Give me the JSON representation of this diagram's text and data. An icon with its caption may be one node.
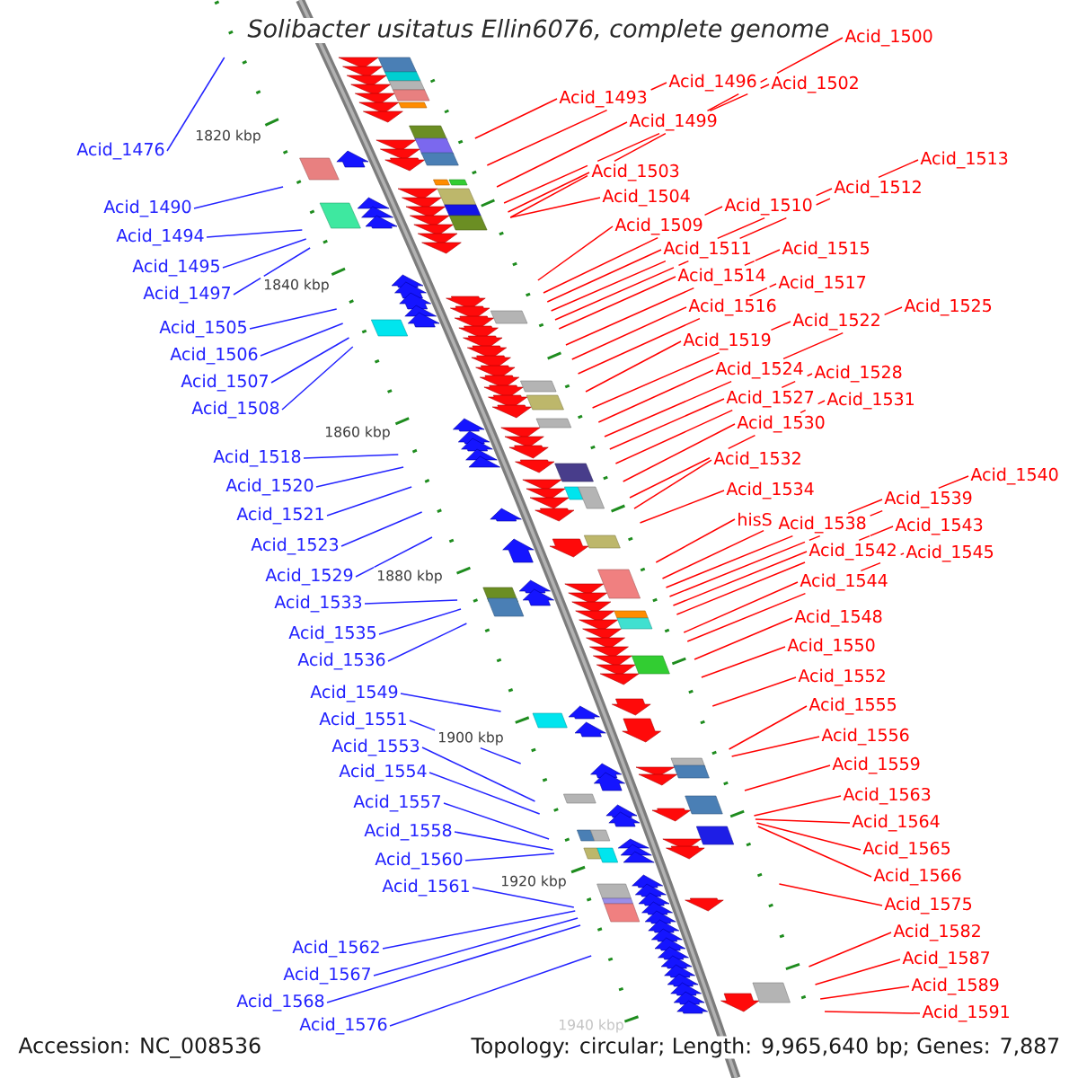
{
  "diagram": {
    "title": "Solibacter usitatus Ellin6076, complete genome",
    "nodes": [
      {
        "text": [
          "Acid_1476"
        ]
      },
      {
        "text": [
          "Acid_1490"
        ]
      },
      {
        "text": [
          "Acid_1494"
        ]
      },
      {
        "text": [
          "Acid_1495"
        ]
      },
      {
        "text": [
          "Acid_1497"
        ]
      },
      {
        "text": [
          "Acid_1505"
        ]
      },
      {
        "text": [
          "Acid_1506"
        ]
      },
      {
        "text": [
          "Acid_1507"
        ]
      },
      {
        "text": [
          "Acid_1508"
        ]
      },
      {
        "text": [
          "Acid_1518"
        ]
      },
      {
        "text": [
          "Acid_1520"
        ]
      },
      {
        "text": [
          "Acid_1521"
        ]
      },
      {
        "text": [
          "Acid_1523"
        ]
      },
      {
        "text": [
          "Acid_1529"
        ]
      },
      {
        "text": [
          "Acid_1533"
        ]
      },
      {
        "text": [
          "Acid_1535"
        ]
      },
      {
        "text": [
          "Acid_1536"
        ]
      },
      {
        "text": [
          "Acid_1549"
        ]
      },
      {
        "text": [
          "Acid_1551"
        ]
      },
      {
        "text": [
          "Acid_1553"
        ]
      },
      {
        "text": [
          "Acid_1554"
        ]
      },
      {
        "text": [
          "Acid_1557"
        ]
      },
      {
        "text": [
          "Acid_1558"
        ]
      },
      {
        "text": [
          "Acid_1560"
        ]
      },
      {
        "text": [
          "Acid_1561"
        ]
      },
      {
        "text": [
          "Acid_1562"
        ]
      },
      {
        "text": [
          "Acid_1567"
        ]
      },
      {
        "text": [
          "Acid_1568"
        ]
      },
      {
        "text": [
          "Acid_1576"
        ]
      },
      {
        "text": [
          "Acid_1500"
        ]
      },
      {
        "text": [
          "Acid_1496"
        ]
      },
      {
        "text": [
          "Acid_1502"
        ]
      },
      {
        "text": [
          "Acid_1493"
        ]
      },
      {
        "text": [
          "Acid_1499"
        ]
      },
      {
        "text": [
          "Acid_1513"
        ]
      },
      {
        "text": [
          "Acid_1503"
        ]
      },
      {
        "text": [
          "Acid_1512"
        ]
      },
      {
        "text": [
          "Acid_1504"
        ]
      },
      {
        "text": [
          "Acid_1510"
        ]
      },
      {
        "text": [
          "Acid_1509"
        ]
      },
      {
        "text": [
          "Acid_1511"
        ]
      },
      {
        "text": [
          "Acid_1515"
        ]
      },
      {
        "text": [
          "Acid_1514"
        ]
      },
      {
        "text": [
          "Acid_1517"
        ]
      },
      {
        "text": [
          "Acid_1516"
        ]
      },
      {
        "text": [
          "Acid_1525"
        ]
      },
      {
        "text": [
          "Acid_1522"
        ]
      },
      {
        "text": [
          "Acid_1519"
        ]
      },
      {
        "text": [
          "Acid_1524"
        ]
      },
      {
        "text": [
          "Acid_1528"
        ]
      },
      {
        "text": [
          "Acid_1527"
        ]
      },
      {
        "text": [
          "Acid_1531"
        ]
      },
      {
        "text": [
          "Acid_1530"
        ]
      },
      {
        "text": [
          "Acid_1532"
        ]
      },
      {
        "text": [
          "Acid_1540"
        ]
      },
      {
        "text": [
          "Acid_1534"
        ]
      },
      {
        "text": [
          "Acid_1539"
        ]
      },
      {
        "text": [
          "hisS"
        ]
      },
      {
        "text": [
          "Acid_1538"
        ]
      },
      {
        "text": [
          "Acid_1543"
        ]
      },
      {
        "text": [
          "Acid_1542"
        ]
      },
      {
        "text": [
          "Acid_1545"
        ]
      },
      {
        "text": [
          "Acid_1544"
        ]
      },
      {
        "text": [
          "Acid_1548"
        ]
      },
      {
        "text": [
          "Acid_1550"
        ]
      },
      {
        "text": [
          "Acid_1552"
        ]
      },
      {
        "text": [
          "Acid_1555"
        ]
      },
      {
        "text": [
          "Acid_1556"
        ]
      },
      {
        "text": [
          "Acid_1559"
        ]
      },
      {
        "text": [
          "Acid_1563"
        ]
      },
      {
        "text": [
          "Acid_1564"
        ]
      },
      {
        "text": [
          "Acid_1565"
        ]
      },
      {
        "text": [
          "Acid_1566"
        ]
      },
      {
        "text": [
          "Acid_1575"
        ]
      },
      {
        "text": [
          "Acid_1582"
        ]
      },
      {
        "text": [
          "Acid_1587"
        ]
      },
      {
        "text": [
          "Acid_1589"
        ]
      },
      {
        "text": [
          "Acid_1591"
        ]
      }
    ],
    "edges": [
      {
        "from": 0,
        "to": null,
        "arrow": "none",
        "color": "#2323ff"
      },
      {
        "from": 1,
        "to": null,
        "arrow": "none",
        "color": "#2323ff"
      },
      {
        "from": 2,
        "to": null,
        "arrow": "none",
        "color": "#2323ff"
      },
      {
        "from": 3,
        "to": null,
        "arrow": "none",
        "color": "#2323ff"
      },
      {
        "from": 4,
        "to": null,
        "arrow": "none",
        "color": "#2323ff"
      },
      {
        "from": 5,
        "to": null,
        "arrow": "none",
        "color": "#2323ff"
      },
      {
        "from": 6,
        "to": null,
        "arrow": "none",
        "color": "#2323ff"
      },
      {
        "from": 7,
        "to": null,
        "arrow": "none",
        "color": "#2323ff"
      },
      {
        "from": 8,
        "to": null,
        "arrow": "none",
        "color": "#2323ff"
      },
      {
        "from": 9,
        "to": null,
        "arrow": "none",
        "color": "#2323ff"
      },
      {
        "from": 10,
        "to": null,
        "arrow": "none",
        "color": "#2323ff"
      },
      {
        "from": 11,
        "to": null,
        "arrow": "none",
        "color": "#2323ff"
      },
      {
        "from": 12,
        "to": null,
        "arrow": "none",
        "color": "#2323ff"
      },
      {
        "from": 13,
        "to": null,
        "arrow": "none",
        "color": "#2323ff"
      },
      {
        "from": 14,
        "to": null,
        "arrow": "none",
        "color": "#2323ff"
      },
      {
        "from": 15,
        "to": null,
        "arrow": "none",
        "color": "#2323ff"
      },
      {
        "from": 16,
        "to": null,
        "arrow": "none",
        "color": "#2323ff"
      },
      {
        "from": 17,
        "to": null,
        "arrow": "none",
        "color": "#2323ff"
      },
      {
        "from": 18,
        "to": null,
        "arrow": "none",
        "color": "#2323ff"
      },
      {
        "from": 19,
        "to": null,
        "arrow": "none",
        "color": "#2323ff"
      },
      {
        "from": 20,
        "to": null,
        "arrow": "none",
        "color": "#2323ff"
      },
      {
        "from": 21,
        "to": null,
        "arrow": "none",
        "color": "#2323ff"
      },
      {
        "from": 22,
        "to": null,
        "arrow": "none",
        "color": "#2323ff"
      },
      {
        "from": 23,
        "to": null,
        "arrow": "none",
        "color": "#2323ff"
      },
      {
        "from": 24,
        "to": null,
        "arrow": "none",
        "color": "#2323ff"
      },
      {
        "from": 25,
        "to": null,
        "arrow": "none",
        "color": "#2323ff"
      },
      {
        "from": 26,
        "to": null,
        "arrow": "none",
        "color": "#2323ff"
      },
      {
        "from": 27,
        "to": null,
        "arrow": "none",
        "color": "#2323ff"
      },
      {
        "from": 28,
        "to": null,
        "arrow": "none",
        "color": "#2323ff"
      },
      {
        "from": 29,
        "to": null,
        "arrow": "none"
      },
      {
        "from": 30,
        "to": null,
        "arrow": "none"
      },
      {
        "from": 31,
        "to": null,
        "arrow": "none"
      },
      {
        "from": 32,
        "to": null,
        "arrow": "none"
      },
      {
        "from": 33,
        "to": null,
        "arrow": "none"
      },
      {
        "from": 34,
        "to": null,
        "arrow": "none"
      },
      {
        "from": 35,
        "to": null,
        "arrow": "none"
      },
      {
        "from": 36,
        "to": null,
        "arrow": "none"
      },
      {
        "from": 37,
        "to": null,
        "arrow": "none"
      },
      {
        "from": 38,
        "to": null,
        "arrow": "none"
      },
      {
        "from": 39,
        "to": null,
        "arrow": "none"
      },
      {
        "from": 40,
        "to": null,
        "arrow": "none"
      },
      {
        "from": 41,
        "to": null,
        "arrow": "none"
      },
      {
        "from": 42,
        "to": null,
        "arrow": "none"
      },
      {
        "from": 43,
        "to": null,
        "arrow": "none"
      },
      {
        "from": 44,
        "to": null,
        "arrow": "none"
      },
      {
        "from": 45,
        "to": null,
        "arrow": "none"
      },
      {
        "from": 46,
        "to": null,
        "arrow": "none"
      },
      {
        "from": 47,
        "to": null,
        "arrow": "none"
      },
      {
        "from": 48,
        "to": null,
        "arrow": "none"
      },
      {
        "from": 49,
        "to": null,
        "arrow": "none"
      },
      {
        "from": 50,
        "to": null,
        "arrow": "none"
      },
      {
        "from": 51,
        "to": null,
        "arrow": "none"
      },
      {
        "from": 52,
        "to": null,
        "arrow": "none"
      },
      {
        "from": 53,
        "to": null,
        "arrow": "none"
      },
      {
        "from": 54,
        "to": null,
        "arrow": "none"
      },
      {
        "from": 55,
        "to": null,
        "arrow": "none"
      },
      {
        "from": 56,
        "to": null,
        "arrow": "none"
      },
      {
        "from": 57,
        "to": null,
        "arrow": "none"
      },
      {
        "from": 58,
        "to": null,
        "arrow": "none"
      },
      {
        "from": 59,
        "to": null,
        "arrow": "none"
      },
      {
        "from": 60,
        "to": null,
        "arrow": "none"
      },
      {
        "from": 61,
        "to": null,
        "arrow": "none"
      },
      {
        "from": 62,
        "to": null,
        "arrow": "none"
      },
      {
        "from": 63,
        "to": null,
        "arrow": "none"
      },
      {
        "from": 64,
        "to": null,
        "arrow": "none"
      },
      {
        "from": 65,
        "to": null,
        "arrow": "none"
      },
      {
        "from": 66,
        "to": null,
        "arrow": "none"
      },
      {
        "from": 67,
        "to": null,
        "arrow": "none"
      },
      {
        "from": 68,
        "to": null,
        "arrow": "none"
      },
      {
        "from": 69,
        "to": null,
        "arrow": "none"
      },
      {
        "from": 70,
        "to": null,
        "arrow": "none"
      },
      {
        "from": 71,
        "to": null,
        "arrow": "none"
      },
      {
        "from": 72,
        "to": null,
        "arrow": "none"
      },
      {
        "from": 73,
        "to": null,
        "arrow": "none"
      },
      {
        "from": 74,
        "to": null,
        "arrow": "none"
      },
      {
        "from": 75,
        "to": null,
        "arrow": "none"
      },
      {
        "from": 76,
        "to": null,
        "arrow": "none"
      },
      {
        "from": 77,
        "to": null,
        "arrow": "none"
      }
    ],
    "labels": [
      "1820 kbp",
      "1840 kbp",
      "1860 kbp",
      "1880 kbp",
      "1900 kbp",
      "1920 kbp",
      "1940 kbp",
      "Accession: NC_008536",
      "Topology: circular; Length: 9,965,640 bp; Genes: 7,887"
    ]
  }
}
